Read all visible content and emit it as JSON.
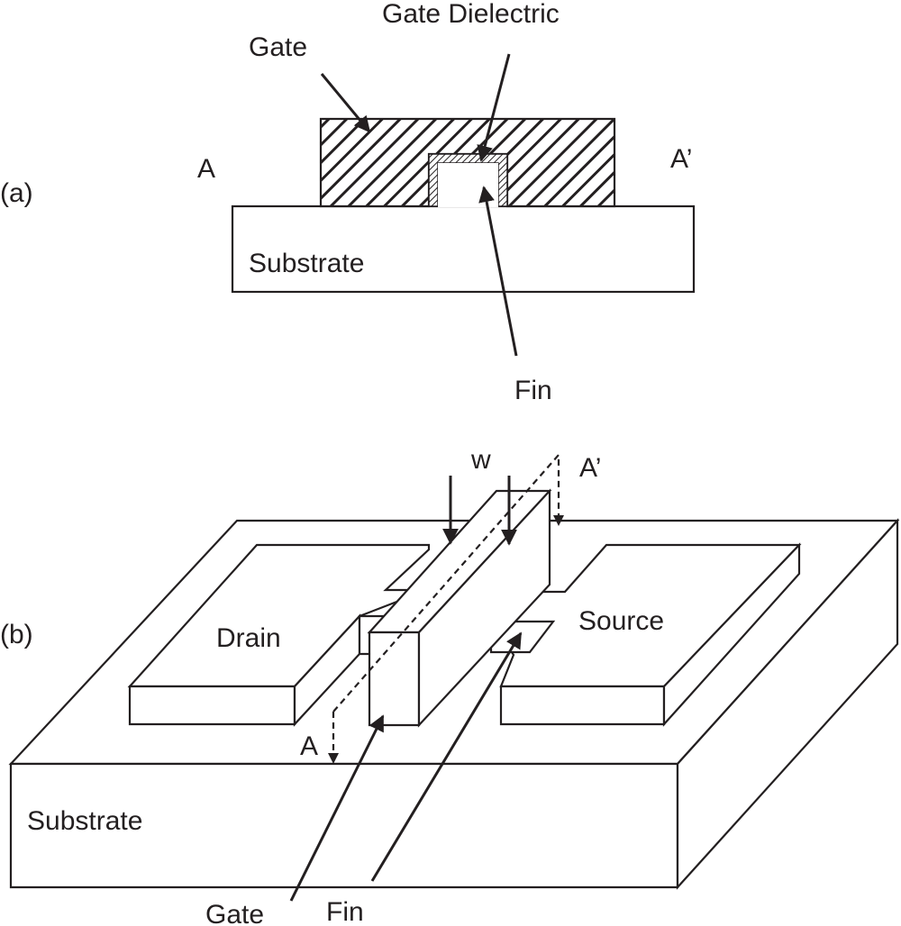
{
  "panel_a": {
    "label": "(a)",
    "gate": "Gate",
    "gate_dielectric": "Gate Dielectric",
    "point_a": "A",
    "point_a_prime": "A’",
    "substrate": "Substrate",
    "fin": "Fin"
  },
  "panel_b": {
    "label": "(b)",
    "width": "w",
    "point_a_prime": "A’",
    "drain": "Drain",
    "source": "Source",
    "point_a": "A",
    "substrate": "Substrate",
    "gate": "Gate",
    "fin": "Fin"
  },
  "colors": {
    "ink": "#231f20",
    "background": "#ffffff"
  }
}
